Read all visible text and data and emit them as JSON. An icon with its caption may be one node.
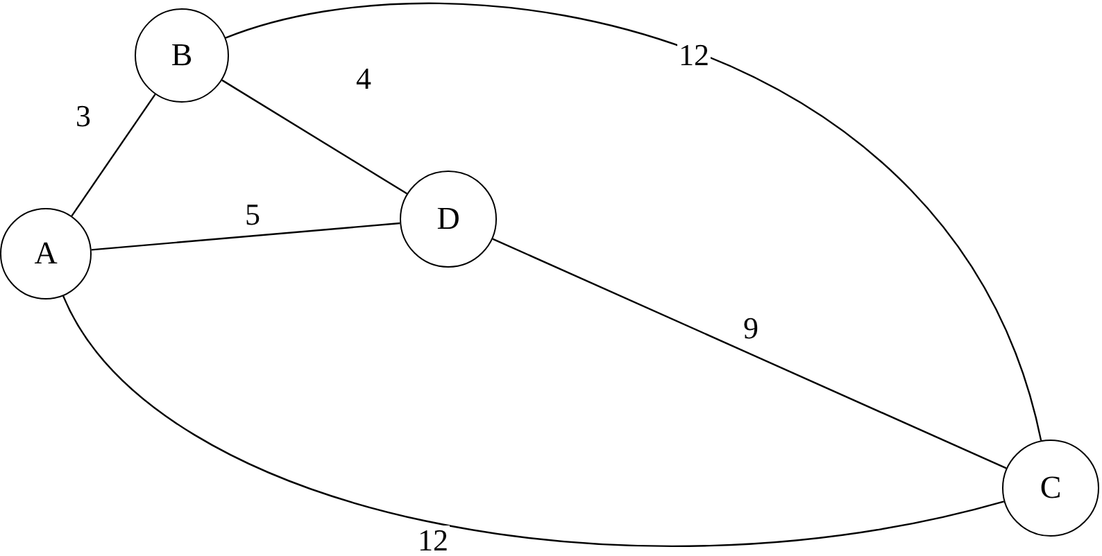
{
  "diagram": {
    "nodes": [
      {
        "text": [
          "B"
        ]
      },
      {
        "text": [
          "A"
        ]
      },
      {
        "text": [
          "D"
        ]
      },
      {
        "text": [
          "C"
        ]
      }
    ],
    "edges": [
      {
        "from": 1,
        "to": 0,
        "arrow": "none",
        "label": "3"
      },
      {
        "from": 0,
        "to": 2,
        "arrow": "none",
        "label": "4"
      },
      {
        "from": 1,
        "to": 2,
        "arrow": "none",
        "label": "5"
      },
      {
        "from": 0,
        "to": 3,
        "arrow": "none",
        "label": "12"
      },
      {
        "from": 2,
        "to": 3,
        "arrow": "none",
        "label": "9"
      },
      {
        "from": 1,
        "to": 3,
        "arrow": "none",
        "label": "12"
      }
    ]
  }
}
